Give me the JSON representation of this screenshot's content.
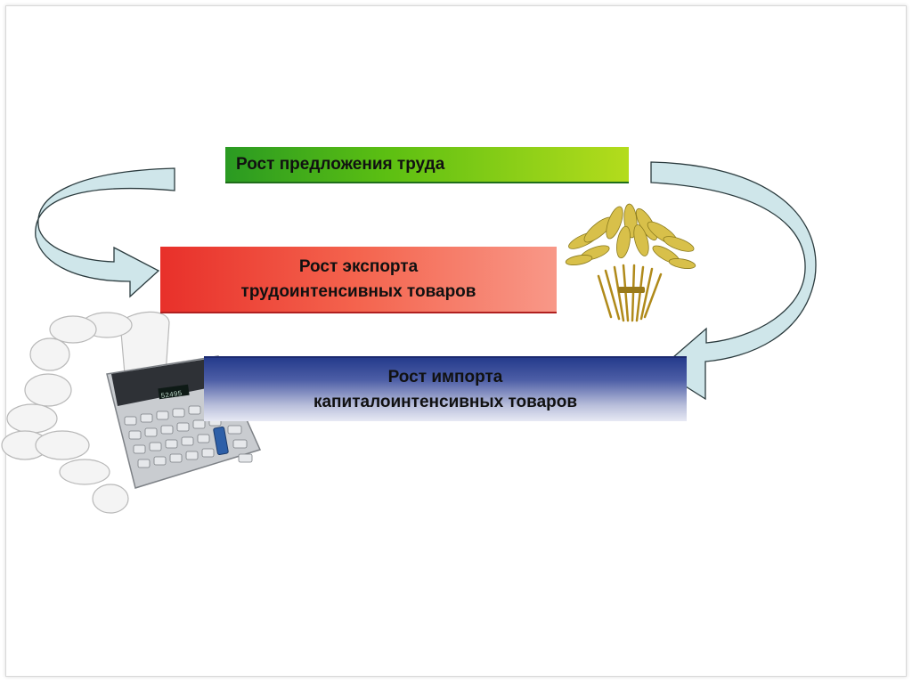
{
  "boxes": {
    "labor_supply": "Рост предложения труда",
    "export_line1": "Рост экспорта",
    "export_line2": "трудоинтенсивных товаров",
    "import_line1": "Рост импорта",
    "import_line2": "капиталоинтенсивных товаров"
  },
  "colors": {
    "labor_box": "#5cbf12",
    "export_box": "#f4644e",
    "import_box": "#253b8c",
    "arrow_fill": "#cfe6ea"
  },
  "icons": [
    "wheat-sheaf-icon",
    "calculator-icon"
  ]
}
